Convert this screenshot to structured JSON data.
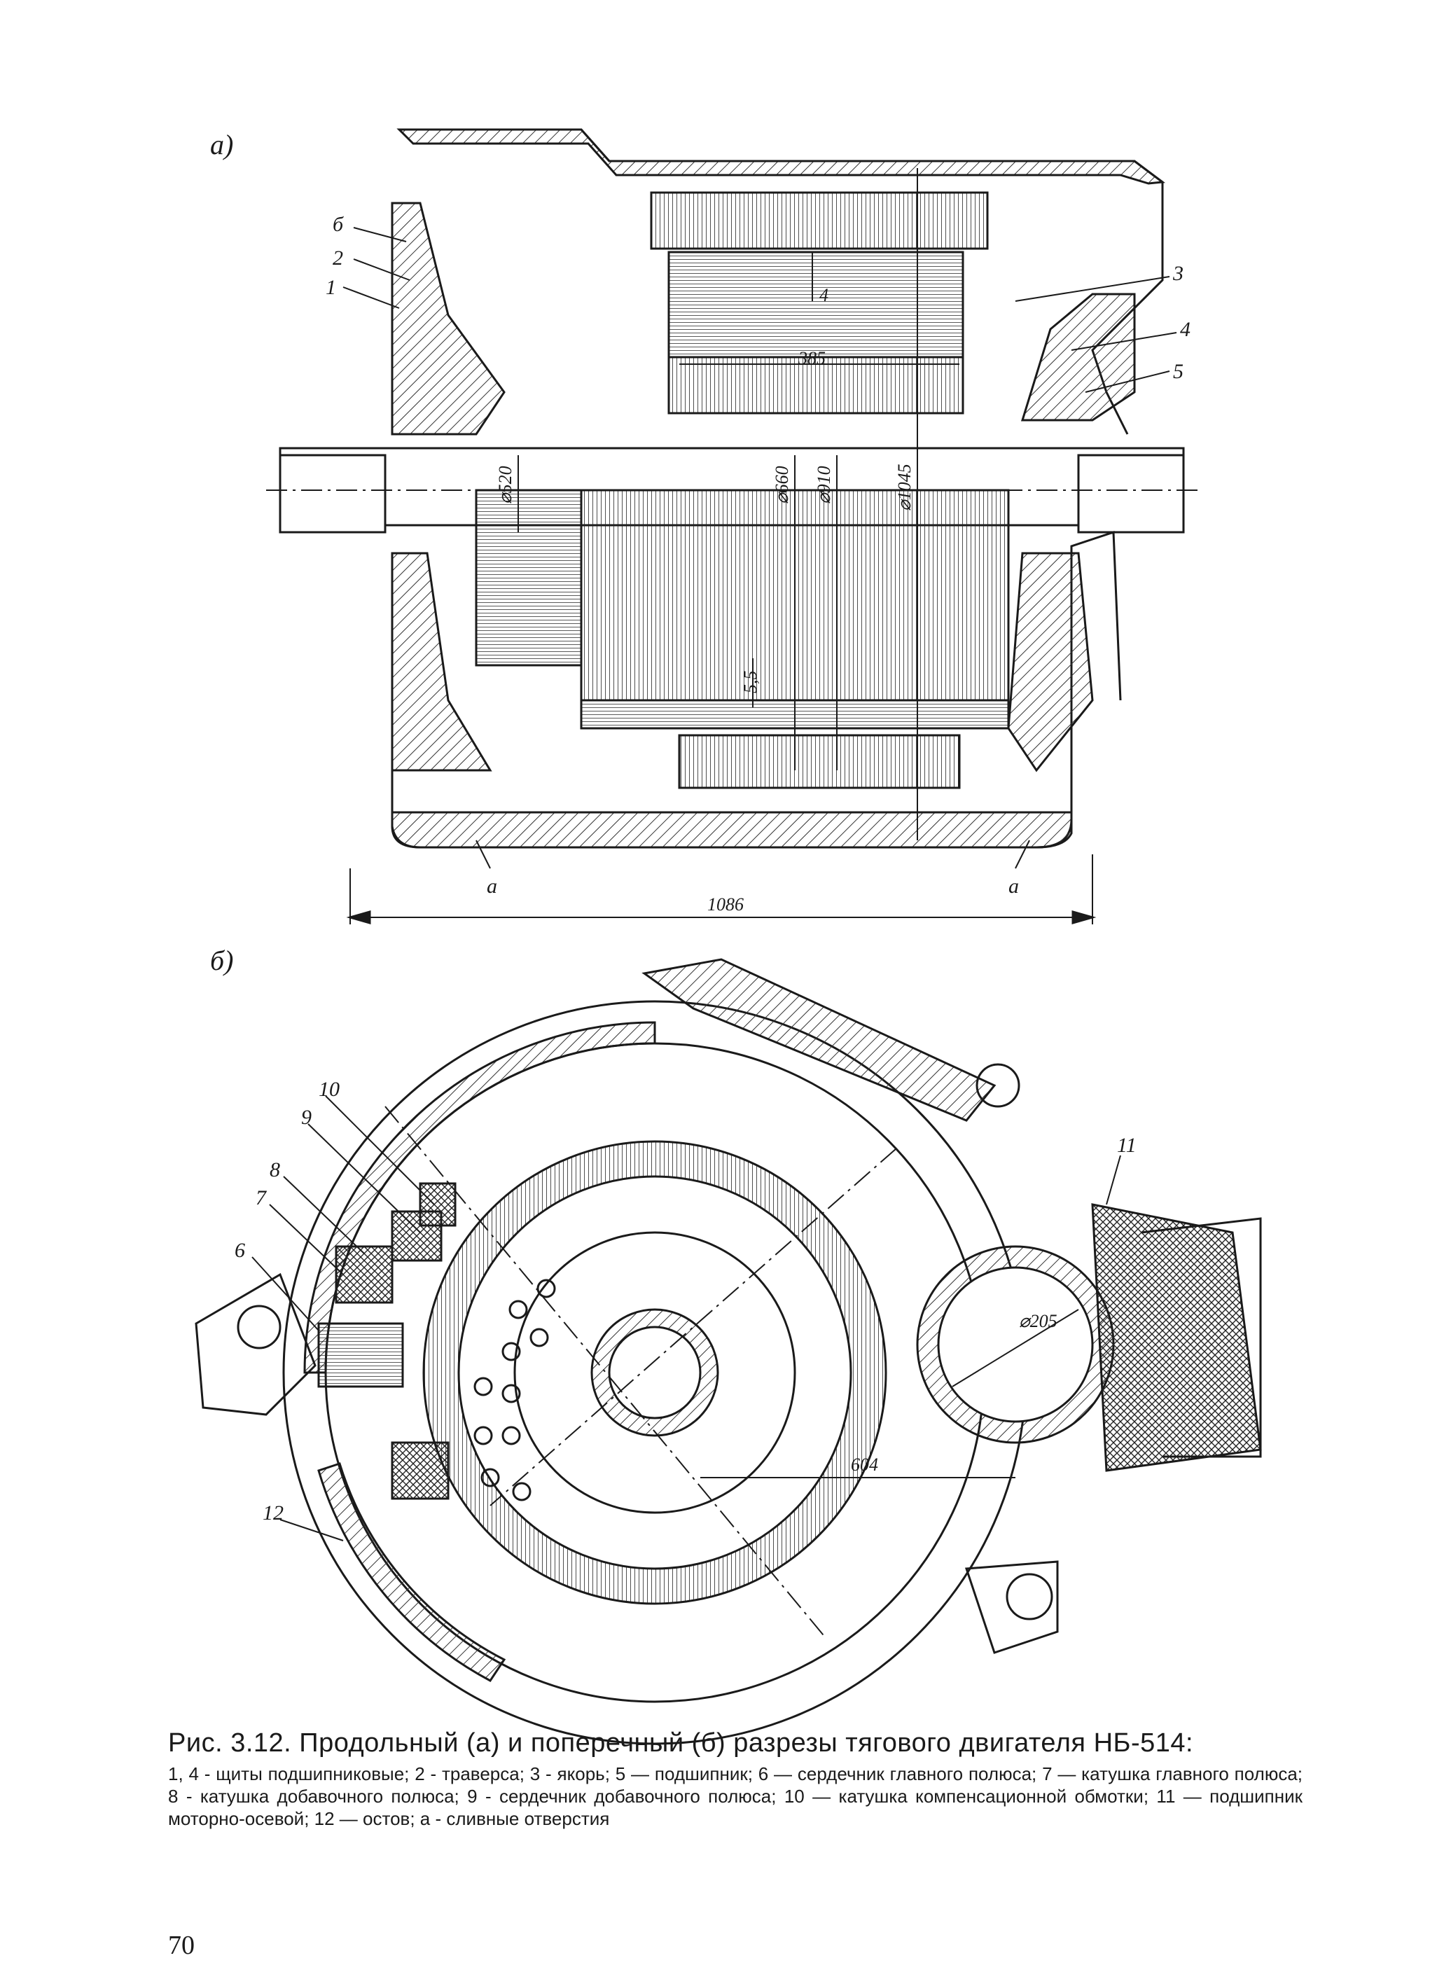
{
  "figure_a": {
    "panel_label": "а)",
    "callouts": [
      "б",
      "2",
      "1",
      "3",
      "4",
      "5"
    ],
    "drain_label_left": "а",
    "drain_label_right": "а",
    "dims": {
      "overall_length": "1086",
      "d520": "⌀520",
      "d660": "⌀660",
      "d910": "⌀910",
      "d1045": "⌀1045",
      "air_gap": "4",
      "core_length": "385",
      "gap_bottom": "5,5"
    }
  },
  "figure_b": {
    "panel_label": "б)",
    "callouts": [
      "10",
      "9",
      "8",
      "7",
      "6",
      "11",
      "12"
    ],
    "dims": {
      "axle_bore": "⌀205",
      "center_distance": "604"
    }
  },
  "caption": {
    "title": "Рис. 3.12. Продольный (а) и поперечный (б) разрезы тягового двигателя НБ-514:",
    "text": "1, 4 - щиты подшипниковые; 2 - траверса; 3 - якорь; 5 — подшипник; 6 — сердечник главного полюса; 7 — катушка главного полюса; 8 - катушка добавочного полюса; 9 - сердечник добавочного полюса; 10 — катушка компенсационной обмотки; 11 — подшипник моторно-осевой; 12 — остов; а - сливные отверстия"
  },
  "page_number": "70",
  "colors": {
    "ink": "#1a1a1a",
    "paper": "#ffffff",
    "hatch": "#333333"
  }
}
